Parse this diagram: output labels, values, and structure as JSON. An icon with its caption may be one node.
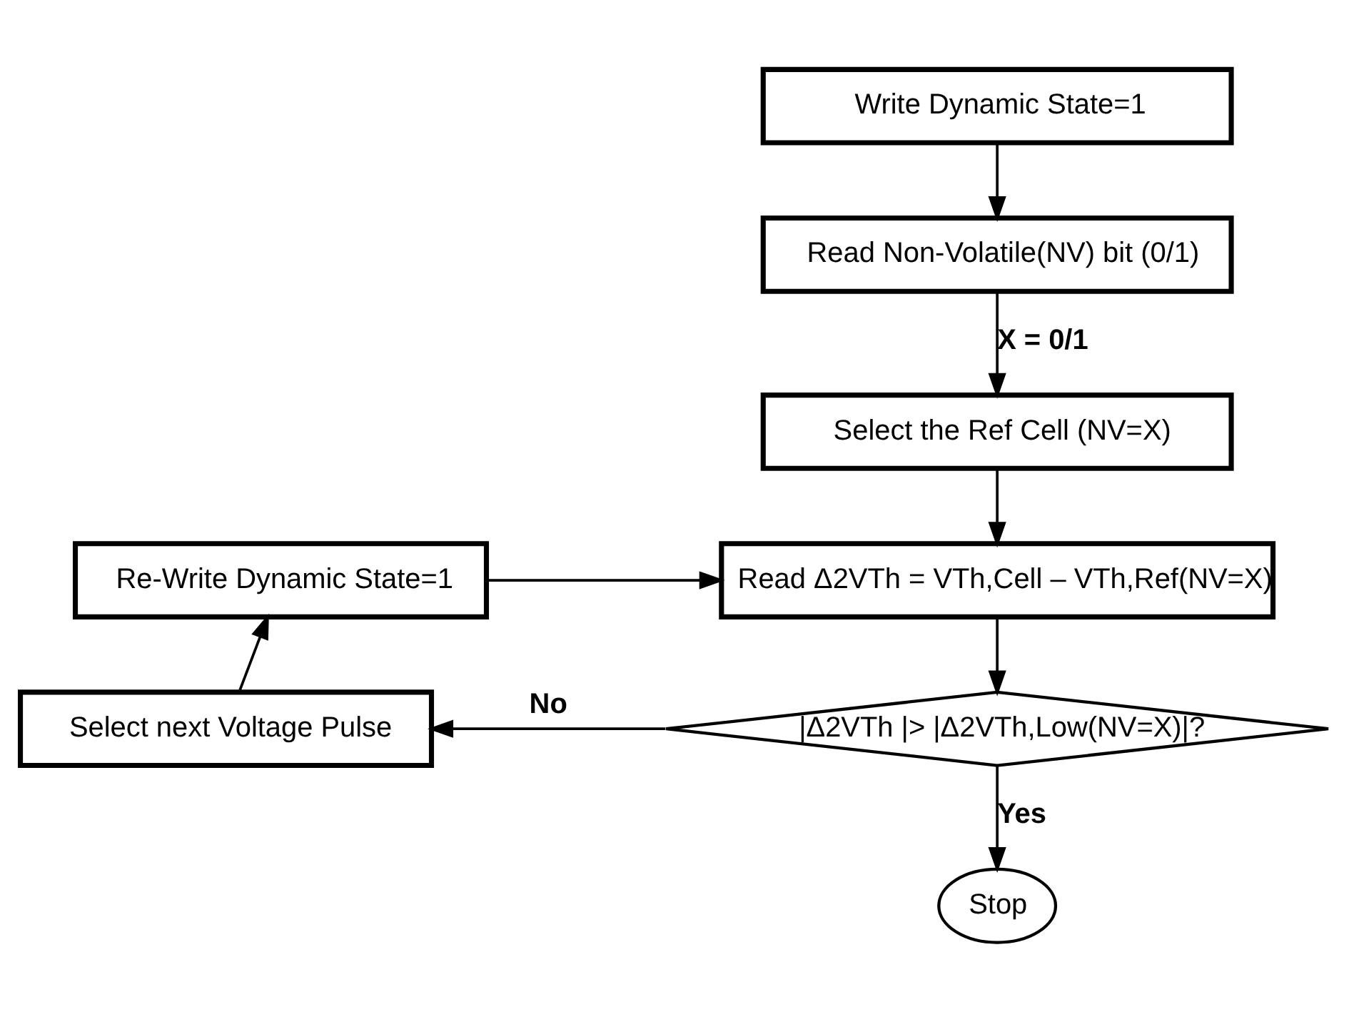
{
  "diagram": {
    "nodes": [
      {
        "text": [
          "Write Dynamic State=1"
        ]
      },
      {
        "text": [
          "Read Non-Volatile(NV) bit (0/1)"
        ]
      },
      {
        "text": [
          "Select the Ref Cell (NV=X)"
        ]
      },
      {
        "text": [
          "Read Δ2VTh = VTh,Cell – VTh,Ref(NV=X)"
        ]
      },
      {
        "text": [
          "|Δ2VTh |> |Δ2VTh,Low(NV=X)|?"
        ]
      },
      {
        "text": [
          "Stop"
        ]
      },
      {
        "text": [
          "Select next Voltage Pulse"
        ]
      },
      {
        "text": [
          "Re-Write Dynamic State=1"
        ]
      }
    ],
    "edges": [
      {
        "from": 0,
        "to": 1,
        "arrow": "to"
      },
      {
        "from": 1,
        "to": 2,
        "arrow": "to",
        "label": "X = 0/1"
      },
      {
        "from": 2,
        "to": 3,
        "arrow": "to"
      },
      {
        "from": 3,
        "to": 4,
        "arrow": "to"
      },
      {
        "from": 4,
        "to": 5,
        "arrow": "to",
        "label": "Yes"
      },
      {
        "from": 4,
        "to": 6,
        "arrow": "to",
        "label": "No"
      },
      {
        "from": 6,
        "to": 7,
        "arrow": "to"
      },
      {
        "from": 7,
        "to": 3,
        "arrow": "to"
      }
    ]
  }
}
